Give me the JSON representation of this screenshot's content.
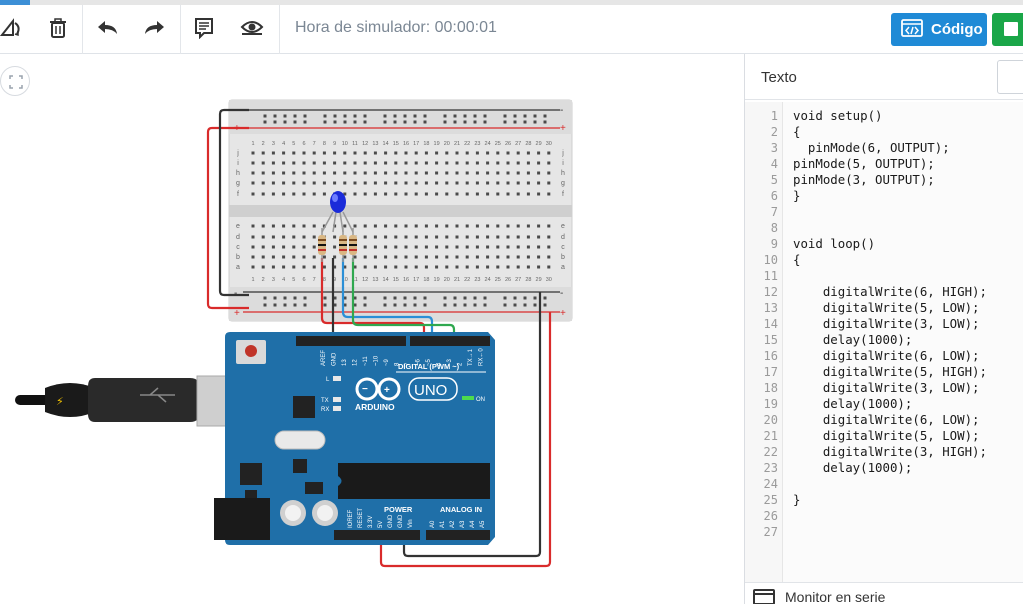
{
  "toolbar": {
    "sim_time": "Hora de simulador: 00:00:01",
    "code_button_label": "Código"
  },
  "breadboard": {
    "column_numbers": [
      "1",
      "2",
      "3",
      "4",
      "5",
      "6",
      "7",
      "8",
      "9",
      "10",
      "11",
      "12",
      "13",
      "14",
      "15",
      "16",
      "17",
      "18",
      "19",
      "20",
      "21",
      "22",
      "23",
      "24",
      "25",
      "26",
      "27",
      "28",
      "29",
      "30"
    ],
    "row_letters_top": [
      "j",
      "i",
      "h",
      "g",
      "f"
    ],
    "row_letters_bottom": [
      "e",
      "d",
      "c",
      "b",
      "a"
    ],
    "rail_minus": "-",
    "rail_plus": "+"
  },
  "arduino": {
    "brand": "ARDUINO",
    "model": "UNO",
    "digital_label": "DIGITAL (PWM ~)",
    "power_label": "POWER",
    "analog_label": "ANALOG IN",
    "on_label": "ON",
    "l_label": "L",
    "tx_label": "TX",
    "rx_label": "RX",
    "digital_pins": [
      "AREF",
      "GND",
      "13",
      "12",
      "~11",
      "~10",
      "~9",
      "8",
      "7",
      "~6",
      "~5",
      "4",
      "~3",
      "2",
      "TX→1",
      "RX←0"
    ],
    "power_pins": [
      "IOREF",
      "RESET",
      "3.3V",
      "5V",
      "GND",
      "GND",
      "Vin"
    ],
    "analog_pins": [
      "A0",
      "A1",
      "A2",
      "A3",
      "A4",
      "A5"
    ]
  },
  "code_panel": {
    "title": "Texto",
    "serial_monitor_label": "Monitor en serie",
    "lines": [
      "void setup()",
      "{",
      "  pinMode(6, OUTPUT);",
      "pinMode(5, OUTPUT);",
      "pinMode(3, OUTPUT);",
      "}",
      "",
      "",
      "void loop()",
      "{",
      "",
      "    digitalWrite(6, HIGH);",
      "    digitalWrite(5, LOW);",
      "    digitalWrite(3, LOW);",
      "    delay(1000);",
      "    digitalWrite(6, LOW);",
      "    digitalWrite(5, HIGH);",
      "    digitalWrite(3, LOW);",
      "    delay(1000);",
      "    digitalWrite(6, LOW);",
      "    digitalWrite(5, LOW);",
      "    digitalWrite(3, HIGH);",
      "    delay(1000);",
      "",
      "}",
      "",
      ""
    ],
    "line_numbers": [
      "1",
      "2",
      "3",
      "4",
      "5",
      "6",
      "7",
      "8",
      "9",
      "10",
      "11",
      "12",
      "13",
      "14",
      "15",
      "16",
      "17",
      "18",
      "19",
      "20",
      "21",
      "22",
      "23",
      "24",
      "25",
      "26",
      "27"
    ]
  },
  "colors": {
    "accent": "#1f8ad6",
    "start": "#1aa648",
    "wire_red": "#d92b2b",
    "wire_black": "#333333",
    "wire_blue": "#2b8fd6",
    "wire_green": "#2fa84f",
    "board": "#1f6fa8"
  }
}
